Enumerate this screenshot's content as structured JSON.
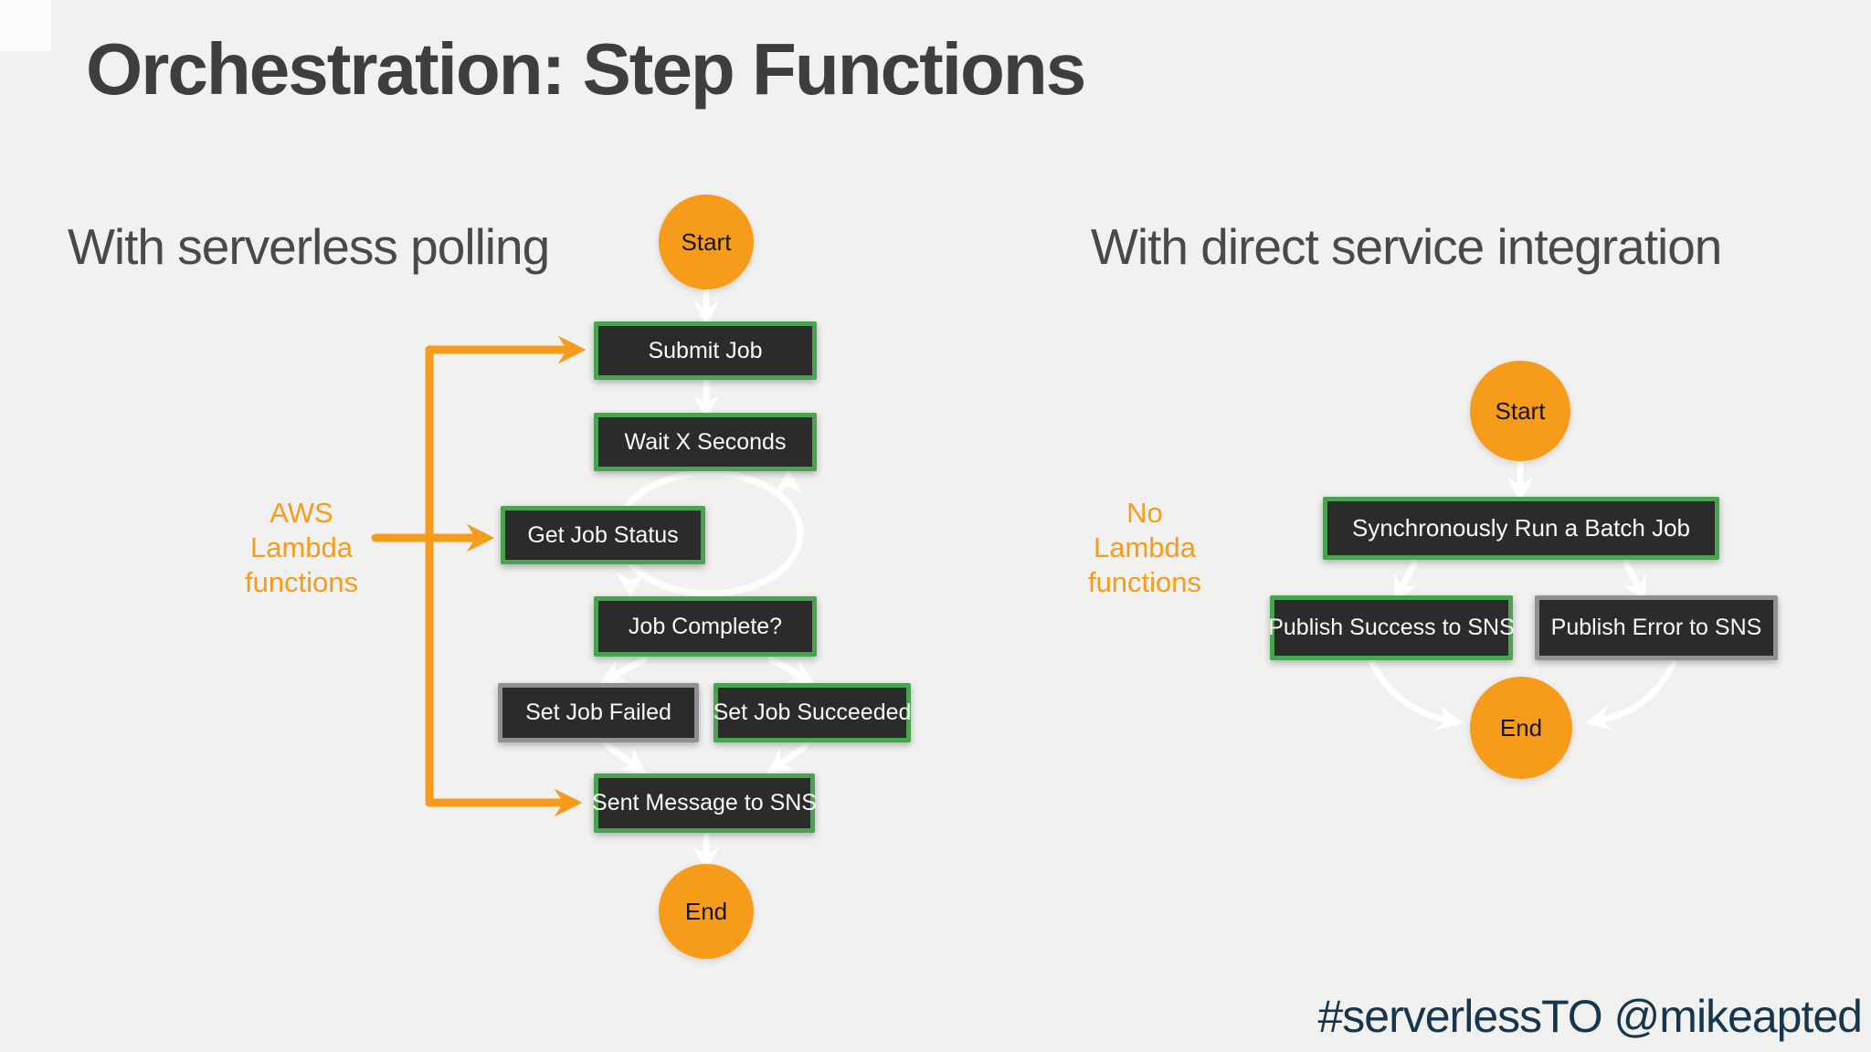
{
  "slide": {
    "title": "Orchestration: Step Functions",
    "footer": "#serverlessTO @mikeapted"
  },
  "colors": {
    "background": "#f1f1f0",
    "orange_accent": "#f79b1b",
    "green_border": "#4aa34e",
    "gray_border": "#8e9091",
    "node_fill": "#2b2b2b",
    "node_text": "#fafafa",
    "heading_text": "#48494b",
    "footer_navy": "#17364d"
  },
  "left_panel": {
    "heading": "With serverless polling",
    "annotation": {
      "lines": [
        "AWS",
        "Lambda",
        "functions"
      ]
    },
    "nodes": {
      "start": "Start",
      "submit_job": "Submit Job",
      "wait": "Wait X Seconds",
      "get_status": "Get Job Status",
      "job_complete": "Job Complete?",
      "set_failed": "Set Job Failed",
      "set_succeeded": "Set Job Succeeded",
      "send_sns": "Sent Message to SNS",
      "end": "End"
    }
  },
  "right_panel": {
    "heading": "With direct service integration",
    "annotation": {
      "lines": [
        "No",
        "Lambda",
        "functions"
      ]
    },
    "nodes": {
      "start": "Start",
      "run_batch": "Synchronously Run a Batch Job",
      "publish_success": "Publish Success to SNS",
      "publish_error": "Publish Error to SNS",
      "end": "End"
    }
  }
}
